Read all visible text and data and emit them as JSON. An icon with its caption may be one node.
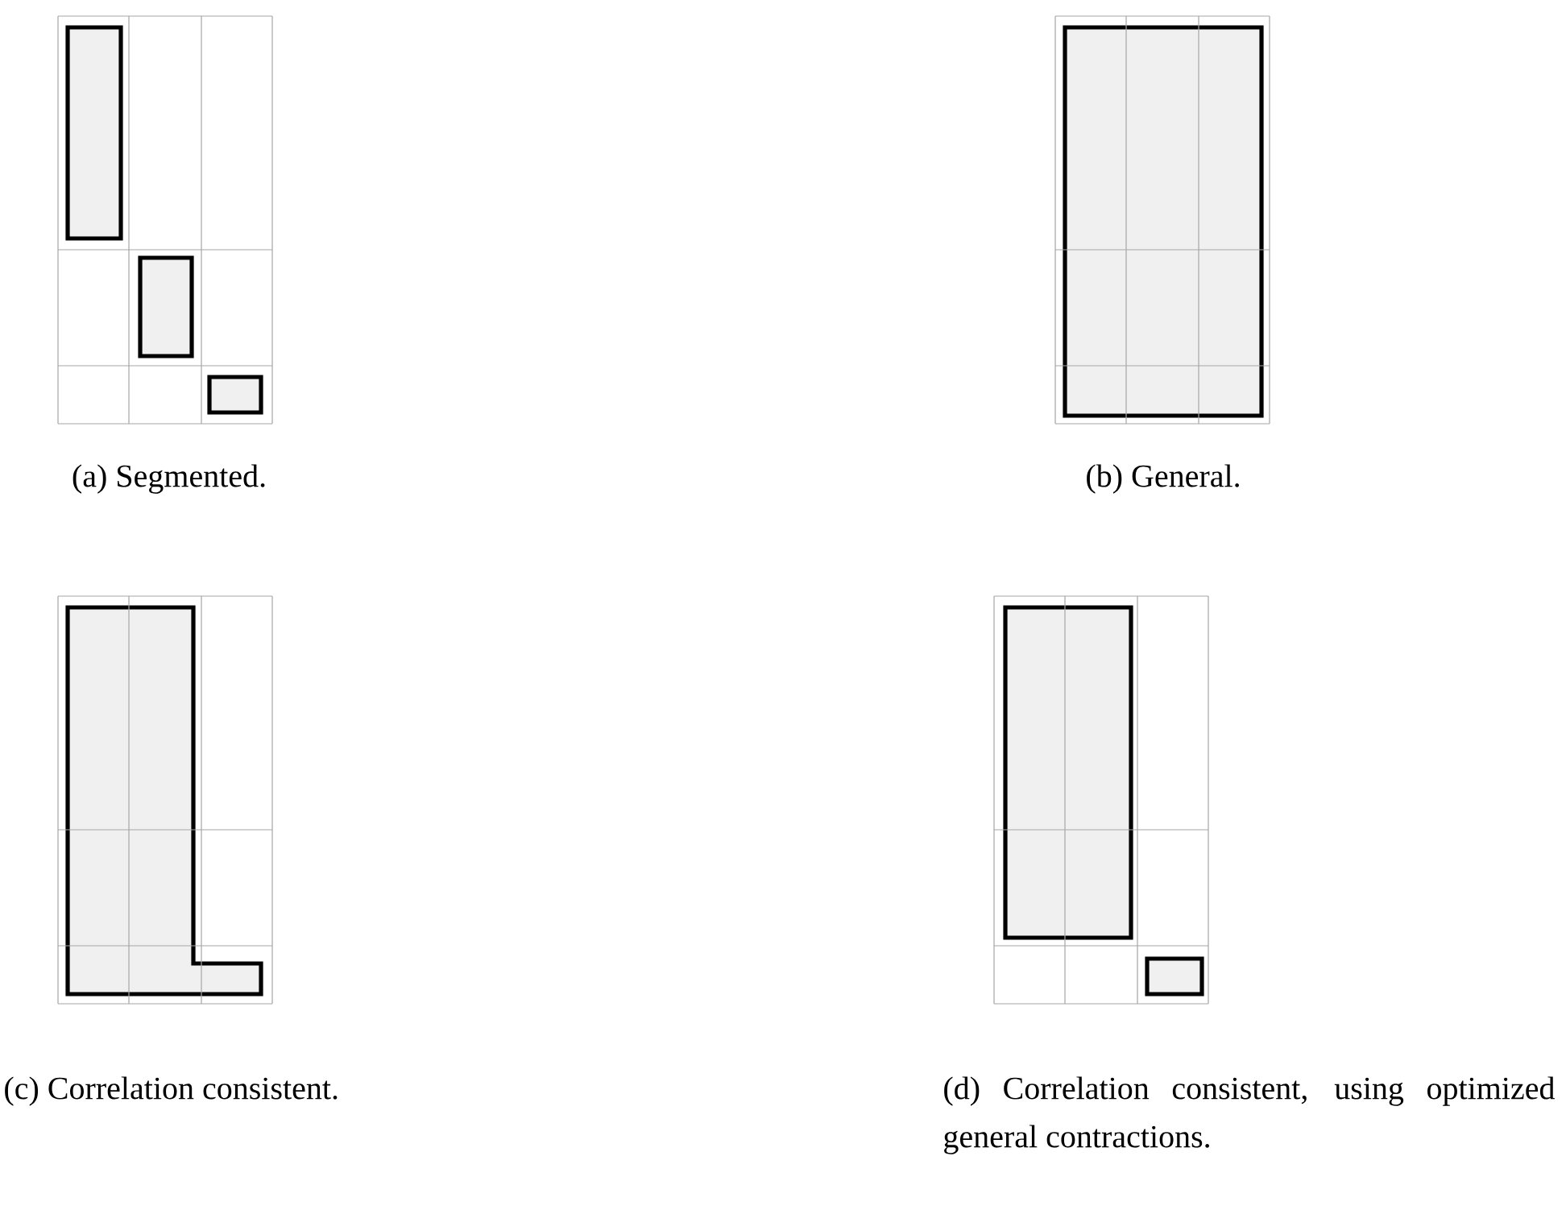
{
  "diagram": {
    "labels": [
      "(a) Segmented.",
      "(b) General.",
      "(c) Correlation consistent.",
      "(d) Correlation consistent, using optimized general contractions."
    ]
  }
}
